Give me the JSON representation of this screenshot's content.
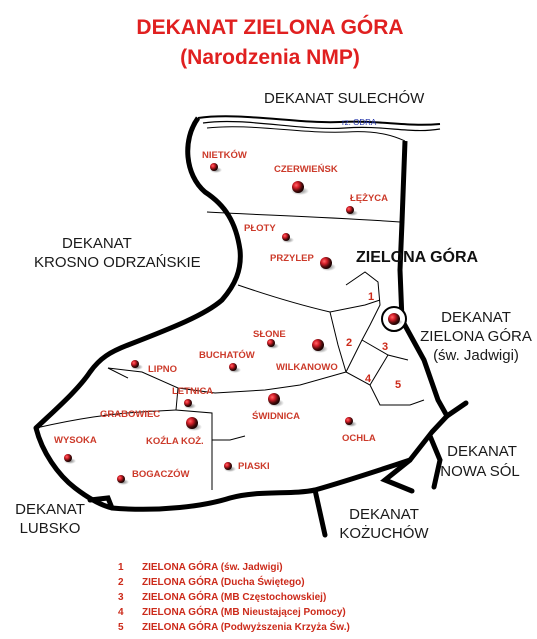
{
  "title": {
    "line1": "DEKANAT ZIELONA GÓRA",
    "line2": "(Narodzenia NMP)"
  },
  "neighbors": {
    "sulechow": "DEKANAT SULECHÓW",
    "krosno_1": "DEKANAT",
    "krosno_2": "KROSNO ODRZAŃSKIE",
    "zg_jadwigi_1": "DEKANAT",
    "zg_jadwigi_2": "ZIELONA GÓRA",
    "zg_jadwigi_3": "(św. Jadwigi)",
    "nowa_sol_1": "DEKANAT",
    "nowa_sol_2": "NOWA SÓL",
    "lubsko_1": "DEKANAT",
    "lubsko_2": "LUBSKO",
    "kozuchow_1": "DEKANAT",
    "kozuchow_2": "KOŻUCHÓW"
  },
  "river": "rz. ODRA",
  "city": "ZIELONA GÓRA",
  "parishes": {
    "nietkow": "NIETKÓW",
    "czerwiensk": "CZERWIEŃSK",
    "lezyca": "ŁĘŻYCA",
    "ploty": "PŁOTY",
    "przylep": "PRZYLEP",
    "slone": "SŁONE",
    "buchatow": "BUCHATÓW",
    "wilkanowo": "WILKANOWO",
    "lipno": "LIPNO",
    "letnica": "LETNICA",
    "grabowiec": "GRABOWIEC",
    "swidnica": "ŚWIDNICA",
    "wysoka": "WYSOKA",
    "kozla_koz": "KOŹLA KOŻ.",
    "ochla": "OCHLA",
    "bogaczow": "BOGACZÓW",
    "piaski": "PIASKI"
  },
  "district_numbers": [
    "1",
    "2",
    "3",
    "4",
    "5"
  ],
  "legend": [
    {
      "num": "1",
      "text": "ZIELONA GÓRA (św. Jadwigi)"
    },
    {
      "num": "2",
      "text": "ZIELONA GÓRA (Ducha Świętego)"
    },
    {
      "num": "3",
      "text": "ZIELONA GÓRA (MB Częstochowskiej)"
    },
    {
      "num": "4",
      "text": "ZIELONA GÓRA (MB Nieustającej Pomocy)"
    },
    {
      "num": "5",
      "text": "ZIELONA GÓRA (Podwyższenia Krzyża Św.)"
    }
  ],
  "colors": {
    "title": "#e02020",
    "parish_label": "#cc3a2a",
    "marker": "#d8202a",
    "border": "#000000",
    "river_label": "#2233aa"
  },
  "icons": {
    "parish_marker": "dark-red-sphere",
    "deanery_seat": "circled-red-sphere"
  }
}
